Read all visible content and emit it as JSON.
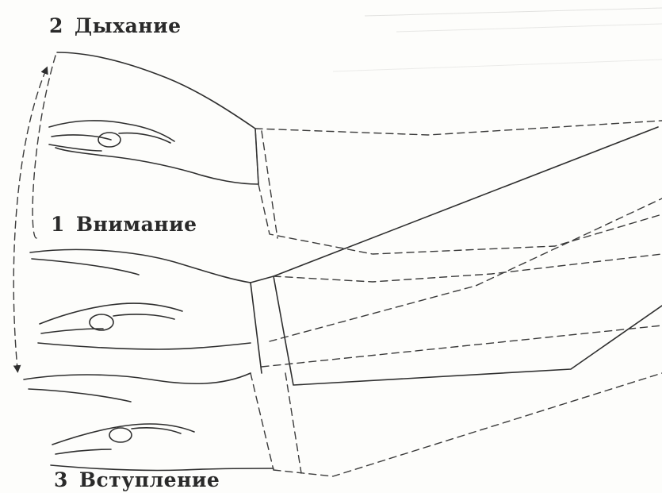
{
  "labels": {
    "breath": {
      "number": "2",
      "text": "Дыхание"
    },
    "attention": {
      "number": "1",
      "text": "Внимание"
    },
    "entry": {
      "number": "3",
      "text": "Вступление"
    }
  },
  "colors": {
    "ink": "#2e2e2e",
    "paper": "#fdfdfb"
  },
  "icons": [
    "double-arrow-icon"
  ]
}
